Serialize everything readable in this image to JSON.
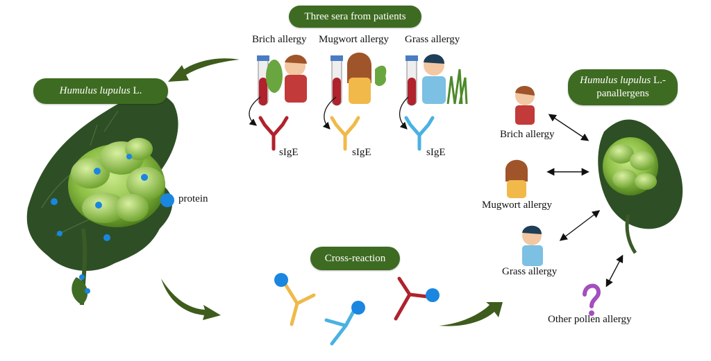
{
  "labels": {
    "sera_title": "Three sera from patients",
    "humulus_genus": "Humulus lupulus",
    "humulus_suffix": "L.",
    "panallergen_genus": "Humulus lupulus",
    "panallergen_suffix": "L.-",
    "panallergen_line2": "panallergens",
    "cross_reaction": "Cross-reaction",
    "protein": "protein",
    "sera": [
      {
        "allergy": "Brich allergy",
        "antibody": "sIgE",
        "color": "#b0222c"
      },
      {
        "allergy": "Mugwort allergy",
        "antibody": "sIgE",
        "color": "#f0b94a"
      },
      {
        "allergy": "Grass allergy",
        "antibody": "sIgE",
        "color": "#4ab1e2"
      }
    ],
    "right_allergies": [
      "Brich allergy",
      "Mugwort allergy",
      "Grass allergy",
      "Other pollen allergy"
    ]
  },
  "colors": {
    "pill_green": "#3e6b22",
    "arrow_green": "#3e5c1c",
    "protein_blue": "#1a86e0",
    "question_mark": "#a34fbf"
  }
}
